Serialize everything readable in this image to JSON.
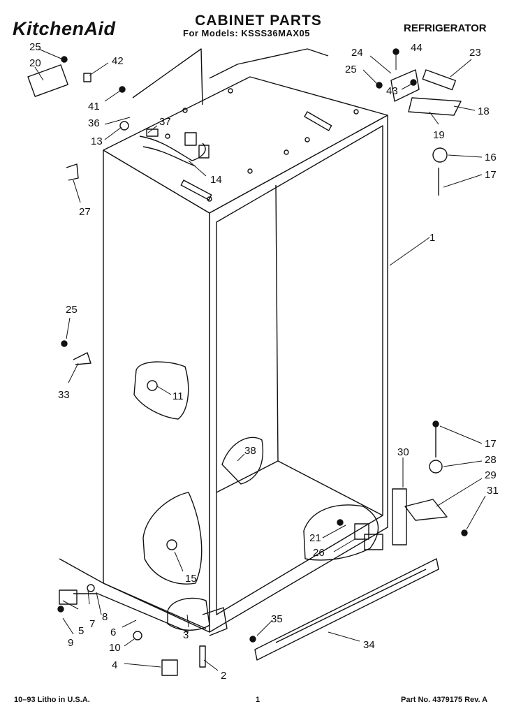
{
  "header": {
    "brand": "KitchenAid",
    "title": "CABINET PARTS",
    "subtitle": "For Models: KSSS36MAX05",
    "category": "REFRIGERATOR"
  },
  "callouts": {
    "c1": "1",
    "c2": "2",
    "c3": "3",
    "c4": "4",
    "c5": "5",
    "c6": "6",
    "c7": "7",
    "c8": "8",
    "c9": "9",
    "c10": "10",
    "c11": "11",
    "c13": "13",
    "c14": "14",
    "c15": "15",
    "c16": "16",
    "c17a": "17",
    "c17b": "17",
    "c18": "18",
    "c19": "19",
    "c20": "20",
    "c21": "21",
    "c23": "23",
    "c24": "24",
    "c25a": "25",
    "c25b": "25",
    "c25c": "25",
    "c26": "26",
    "c27": "27",
    "c28": "28",
    "c29": "29",
    "c30": "30",
    "c31": "31",
    "c33": "33",
    "c34": "34",
    "c35": "35",
    "c36": "36",
    "c37": "37",
    "c38": "38",
    "c41": "41",
    "c42": "42",
    "c43": "43",
    "c44": "44"
  },
  "footer": {
    "left": "10–93 Litho in U.S.A.",
    "center": "1",
    "right": "Part No. 4379175 Rev. A"
  }
}
